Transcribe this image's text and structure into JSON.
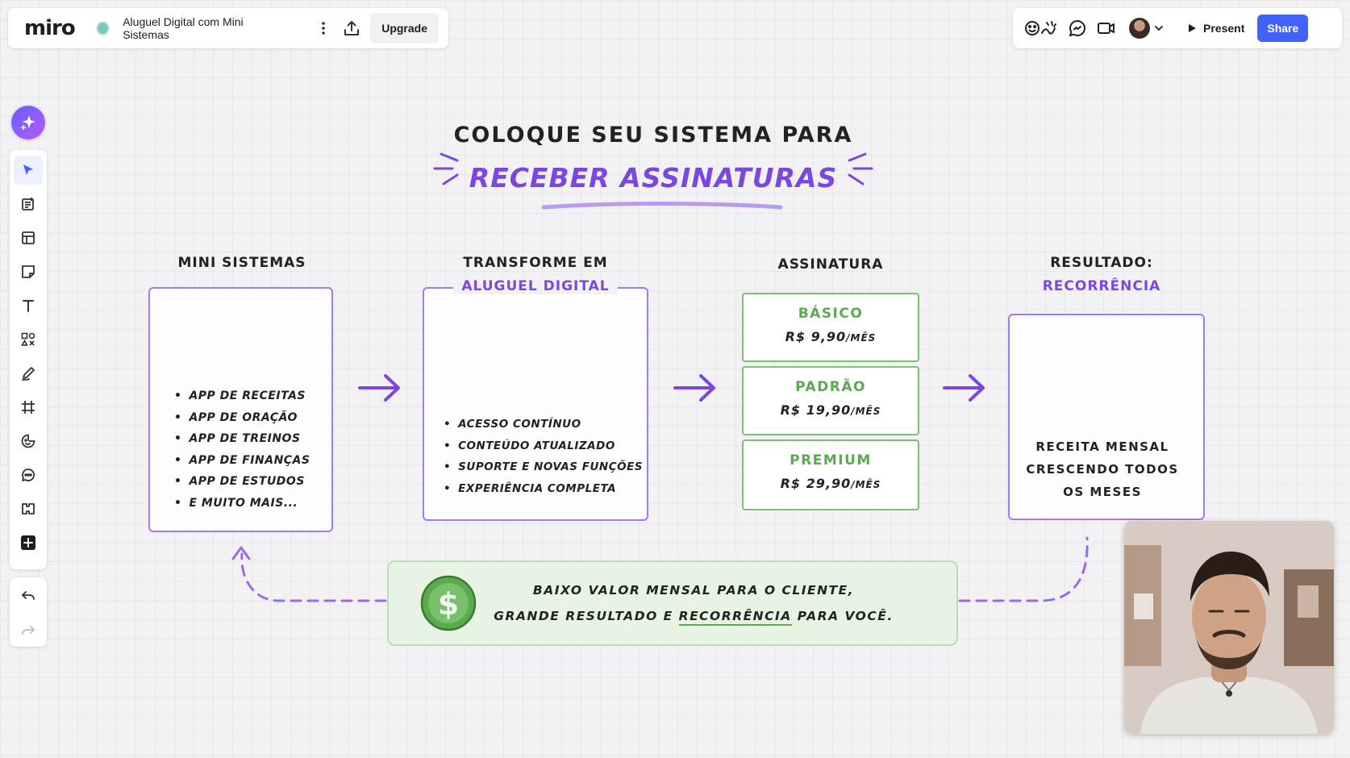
{
  "app": {
    "logo": "miro",
    "board_name": "Aluguel Digital com Mini Sistemas"
  },
  "topbar": {
    "upgrade_label": "Upgrade",
    "present_label": "Present",
    "share_label": "Share"
  },
  "colors": {
    "accent_purple": "#7b47e0",
    "accent_green": "#5aaa4e",
    "share_blue": "#4262ff"
  },
  "icons": {
    "topbar_left": [
      "board-status-dot",
      "more-vertical-icon",
      "export-icon"
    ],
    "topbar_right": [
      "reactions-icon",
      "chat-icon",
      "video-call-icon",
      "avatar",
      "chevron-down-icon",
      "play-icon"
    ],
    "toolbar": [
      "ai-sparkle-icon",
      "select-cursor-icon",
      "templates-icon",
      "frames-layout-icon",
      "sticky-note-icon",
      "text-icon",
      "shapes-icon",
      "pen-icon",
      "frame-icon",
      "emoji-sticker-icon",
      "comment-icon",
      "apps-icon",
      "plus-icon",
      "undo-icon",
      "redo-icon"
    ]
  },
  "board": {
    "title_line1": "COLOQUE SEU SISTEMA PARA",
    "title_line2": "RECEBER ASSINATURAS",
    "col1": {
      "heading": "MINI SISTEMAS",
      "items": [
        "APP DE RECEITAS",
        "APP DE ORAÇÃO",
        "APP DE TREINOS",
        "APP DE FINANÇAS",
        "APP DE ESTUDOS",
        "E MUITO MAIS..."
      ]
    },
    "col2": {
      "heading_line1": "TRANSFORME EM",
      "heading_line2": "ALUGUEL DIGITAL",
      "items": [
        "ACESSO CONTÍNUO",
        "CONTEÚDO ATUALIZADO",
        "SUPORTE E NOVAS FUNÇÕES",
        "EXPERIÊNCIA COMPLETA"
      ]
    },
    "col3": {
      "heading": "ASSINATURA",
      "plans": [
        {
          "name": "BÁSICO",
          "price": "R$ 9,90",
          "period": "/MÊS"
        },
        {
          "name": "PADRÃO",
          "price": "R$ 19,90",
          "period": "/MÊS"
        },
        {
          "name": "PREMIUM",
          "price": "R$ 29,90",
          "period": "/MÊS"
        }
      ]
    },
    "col4": {
      "heading_line1": "RESULTADO:",
      "heading_line2": "RECORRÊNCIA",
      "text_line1": "RECEITA MENSAL",
      "text_line2": "CRESCENDO TODOS",
      "text_line3": "OS MESES"
    },
    "bottom": {
      "line1": "BAIXO VALOR MENSAL PARA O CLIENTE,",
      "line2_before": "GRANDE RESULTADO E",
      "line2_highlight": "RECORRÊNCIA",
      "line2_after": "PARA VOCÊ."
    }
  }
}
